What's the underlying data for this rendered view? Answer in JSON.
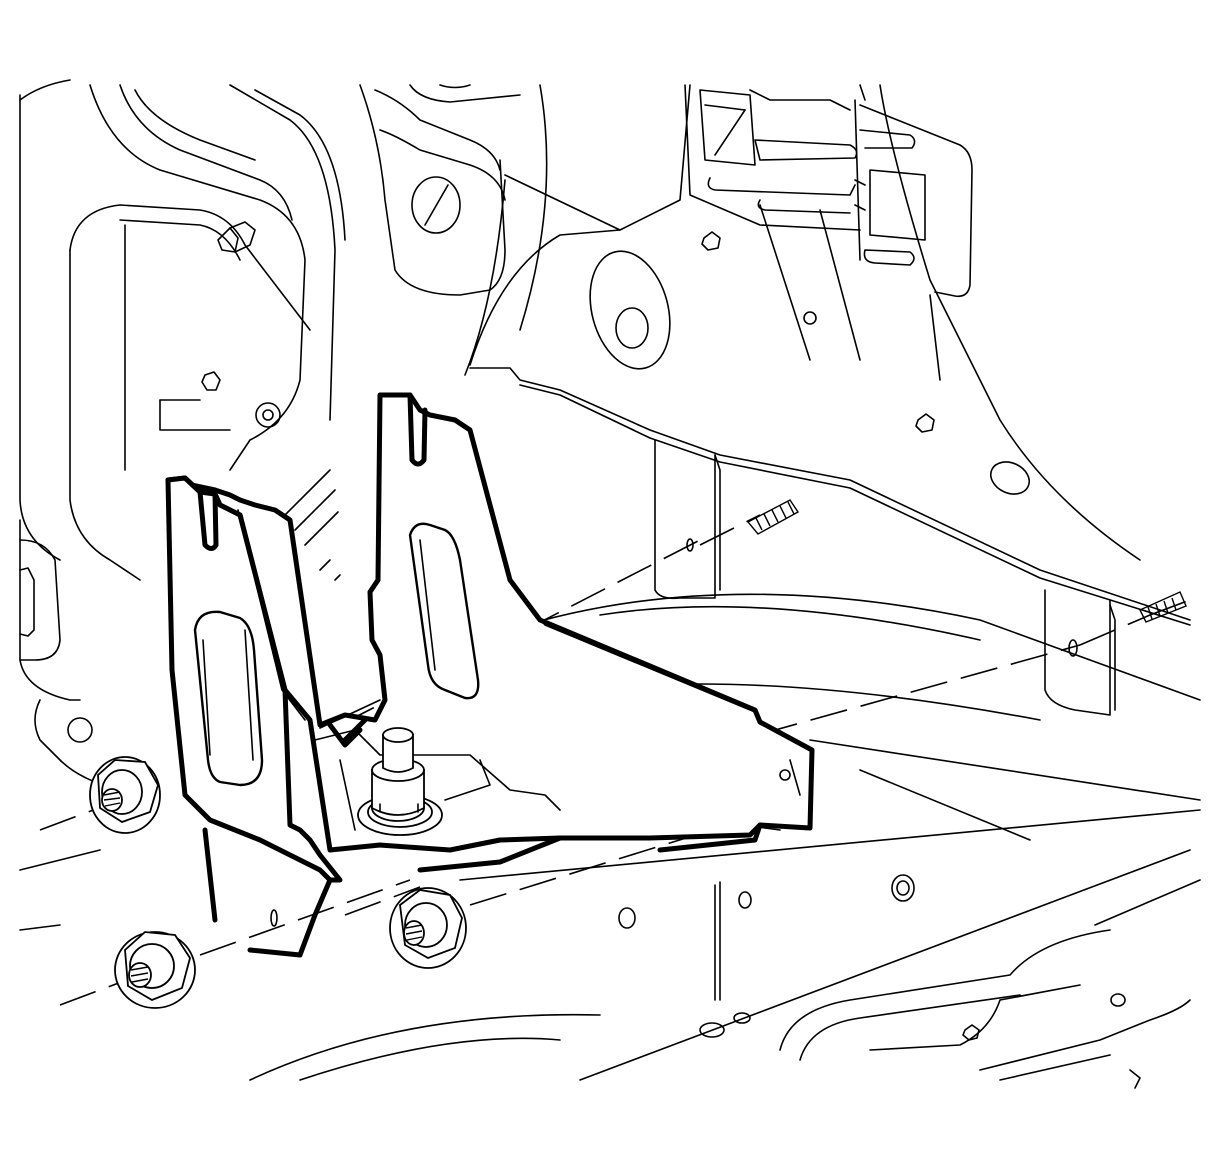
{
  "diagram": {
    "parts": [
      {
        "name": "mounting-bracket",
        "kind": "bracket"
      },
      {
        "name": "bracket-stud",
        "kind": "stud"
      },
      {
        "name": "nut",
        "kind": "fastener",
        "count": 3
      },
      {
        "name": "threaded-stud",
        "kind": "fastener",
        "count": 3
      },
      {
        "name": "body-panel",
        "kind": "structure"
      },
      {
        "name": "floor-panel",
        "kind": "structure"
      }
    ],
    "stroke_color": "#000000",
    "background_color": "#ffffff"
  }
}
